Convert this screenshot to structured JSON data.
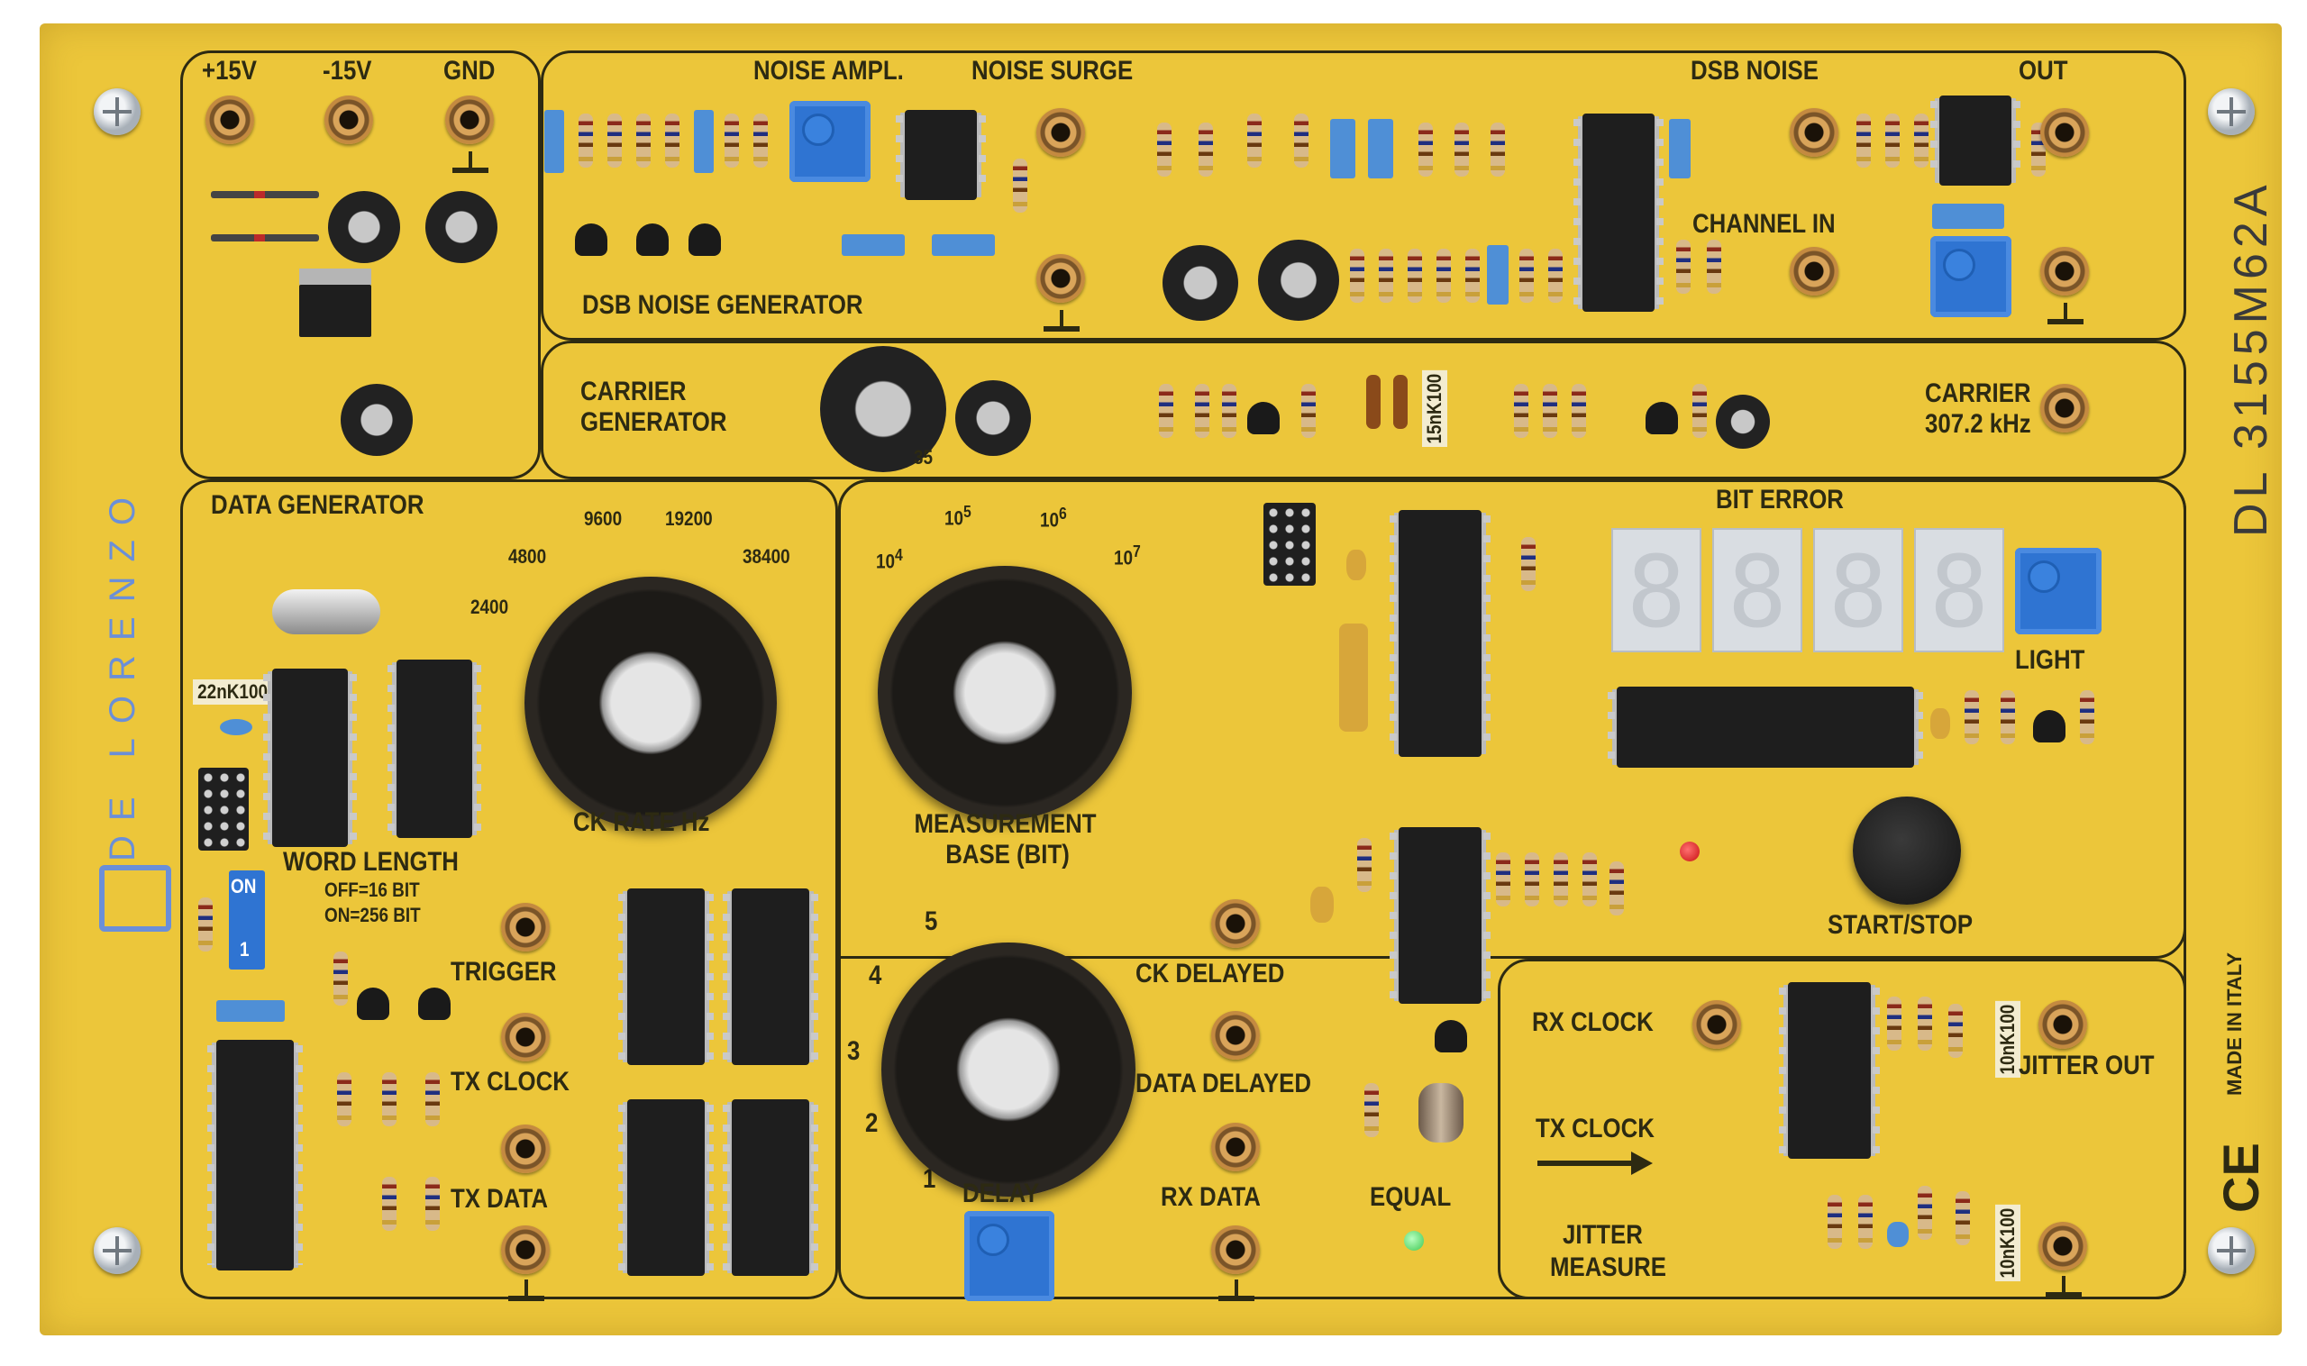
{
  "labels": {
    "p15v": "+15V",
    "m15v": "-15V",
    "gnd": "GND",
    "noise_ampl": "NOISE AMPL.",
    "noise_surge": "NOISE SURGE",
    "dsb_noise": "DSB NOISE",
    "out": "OUT",
    "channel_in": "CHANNEL IN",
    "dsb_noise_generator": "DSB NOISE GENERATOR",
    "carrier_generator_1": "CARRIER",
    "carrier_generator_2": "GENERATOR",
    "carrier_out_1": "CARRIER",
    "carrier_out_2": "307.2 kHz",
    "data_generator": "DATA GENERATOR",
    "bit_error": "BIT ERROR",
    "light": "LIGHT",
    "start_stop": "START/STOP",
    "ck_rate": "CK RATE Hz",
    "measurement_base_1": "MEASUREMENT",
    "measurement_base_2": "BASE (BIT)",
    "word_length": "WORD LENGTH",
    "off_16": "OFF=16 BIT",
    "on_256": "ON=256 BIT",
    "on": "ON",
    "one": "1",
    "trigger": "TRIGGER",
    "tx_clock": "TX CLOCK",
    "tx_data": "TX DATA",
    "ck_delayed": "CK DELAYED",
    "data_delayed": "DATA DELAYED",
    "rx_data": "RX DATA",
    "delay": "DELAY",
    "equal": "EQUAL",
    "rx_clock": "RX CLOCK",
    "jitter_out": "JITTER OUT",
    "tx_clock_right": "TX CLOCK",
    "jitter_measure_1": "JITTER",
    "jitter_measure_2": "MEASURE",
    "made_in_italy": "MADE IN ITALY",
    "ce": "CE",
    "model": "DL 3155M62A",
    "brand": "DE LORENZO"
  },
  "ck_rate_options": [
    "2400",
    "4800",
    "9600",
    "19200",
    "38400"
  ],
  "measurement_base_options": [
    {
      "base": "10",
      "exp": "4"
    },
    {
      "base": "10",
      "exp": "5"
    },
    {
      "base": "10",
      "exp": "6"
    },
    {
      "base": "10",
      "exp": "7"
    }
  ],
  "delay_options": [
    "1",
    "2",
    "3",
    "4",
    "5"
  ],
  "component_markings": {
    "cap_22n": "22nK100",
    "cap_15n": "15nK100",
    "cap_10n_a": "10nK100",
    "cap_10n_b": "10nK100",
    "cap_35": "35"
  },
  "colors": {
    "panel": "#ecc63a",
    "print": "#2d2a12",
    "logo_blue": "#6b8fd8",
    "model_text": "#3a3a3a",
    "red_led": "#e02020",
    "green_led": "#58e06a"
  }
}
